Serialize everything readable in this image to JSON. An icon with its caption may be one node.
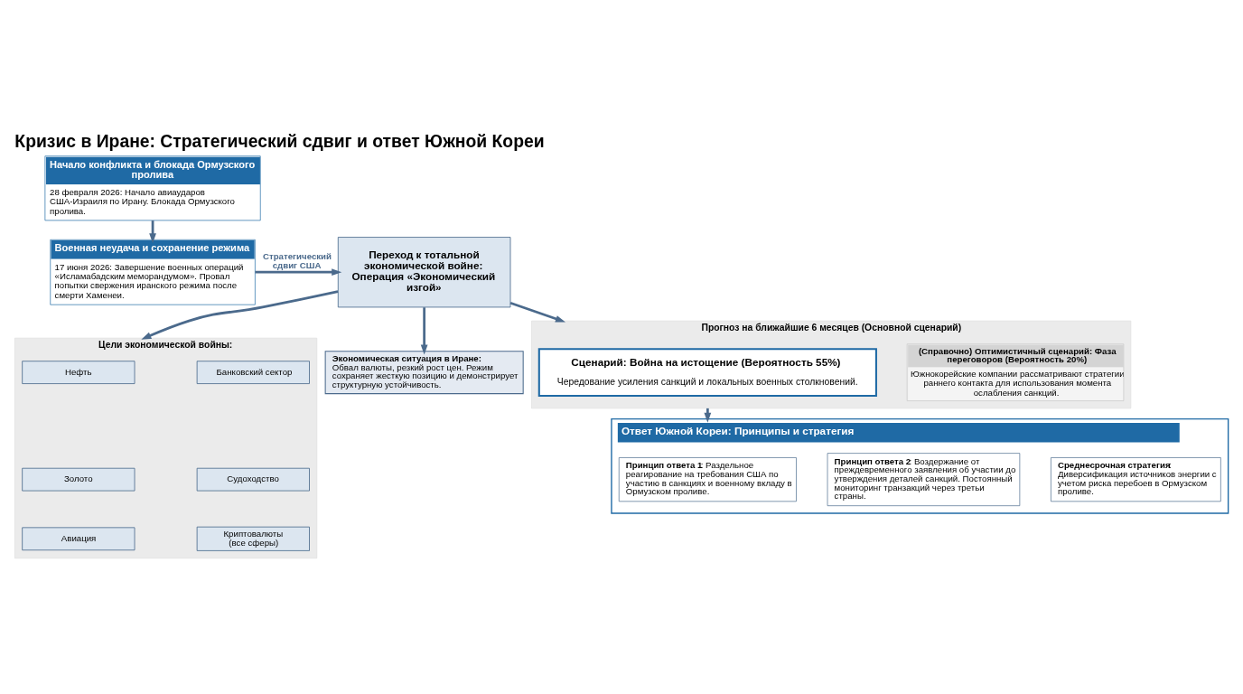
{
  "diagram": {
    "title": "Кризис в Иране: Стратегический сдвиг и ответ Южной Кореи",
    "nodes": [
      {
        "text": [
          "Начало конфликта и блокада Ормузского пролива",
          "28 февраля 2026: Начало авиаударов США-Израиля по Ирану. Блокада Ормузского пролива."
        ]
      },
      {
        "text": [
          "Военная неудача и сохранение режима",
          "17 июня 2026: Завершение военных операций «Исламабадским меморандумом». Провал попытки свержения иранского режима после смерти Хаменеи."
        ]
      },
      {
        "text": [
          "Переход к тотальной экономической войне: Операция «Экономический изгой»"
        ]
      },
      {
        "text": [
          "Цели экономической войны:"
        ]
      },
      {
        "text": [
          "Нефть"
        ],
        "in": 3
      },
      {
        "text": [
          "Банковский сектор"
        ],
        "in": 3
      },
      {
        "text": [
          "Золото"
        ],
        "in": 3
      },
      {
        "text": [
          "Судоходство"
        ],
        "in": 3
      },
      {
        "text": [
          "Авиация"
        ],
        "in": 3
      },
      {
        "text": [
          "Криптовалюты",
          "(все сферы)"
        ],
        "in": 3
      },
      {
        "text": [
          "Экономическая ситуация в Иране:",
          "Обвал валюты, резкий рост цен. Режим сохраняет жесткую позицию и демонстрирует структурную устойчивость."
        ]
      },
      {
        "text": [
          "Прогноз на ближайшие 6 месяцев (Основной сценарий)"
        ]
      },
      {
        "text": [
          "Сценарий: Война на истощение (Вероятность 55%)",
          "Чередование усиления санкций и локальных военных столкновений."
        ],
        "in": 11
      },
      {
        "text": [
          "(Справочно) Оптимистичный сценарий: Фаза переговоров (Вероятность 20%)",
          "Южнокорейские компании рассматривают стратегии раннего контакта для использования момента ослабления санкций."
        ],
        "in": 11
      },
      {
        "text": [
          "Ответ Южной Кореи: Принципы и стратегия"
        ]
      },
      {
        "text": [
          "**Принцип ответа 1**: Раздельное реагирование на требования США по участию в санкциях и военному вкладу в Ормузском проливе."
        ],
        "in": 14
      },
      {
        "text": [
          "**Принцип ответа 2**: Воздержание от преждевременного заявления об участии до утверждения деталей санкций. Постоянный мониторинг транзакций через третьи страны."
        ],
        "in": 14
      },
      {
        "text": [
          "**Среднесрочная стратегия**: Диверсификация источников энергии с учетом риска перебоев в Ормузском проливе."
        ],
        "in": 14
      }
    ],
    "edges": [
      {
        "from": 0,
        "to": 1,
        "arrow": "to"
      },
      {
        "from": 1,
        "to": 2,
        "arrow": "to",
        "label": "Стратегический сдвиг США"
      },
      {
        "from": 2,
        "to": 3,
        "arrow": "to"
      },
      {
        "from": 2,
        "to": 10,
        "arrow": "to"
      },
      {
        "from": 2,
        "to": 11,
        "arrow": "to"
      },
      {
        "from": 11,
        "to": 14,
        "arrow": "to"
      }
    ]
  }
}
